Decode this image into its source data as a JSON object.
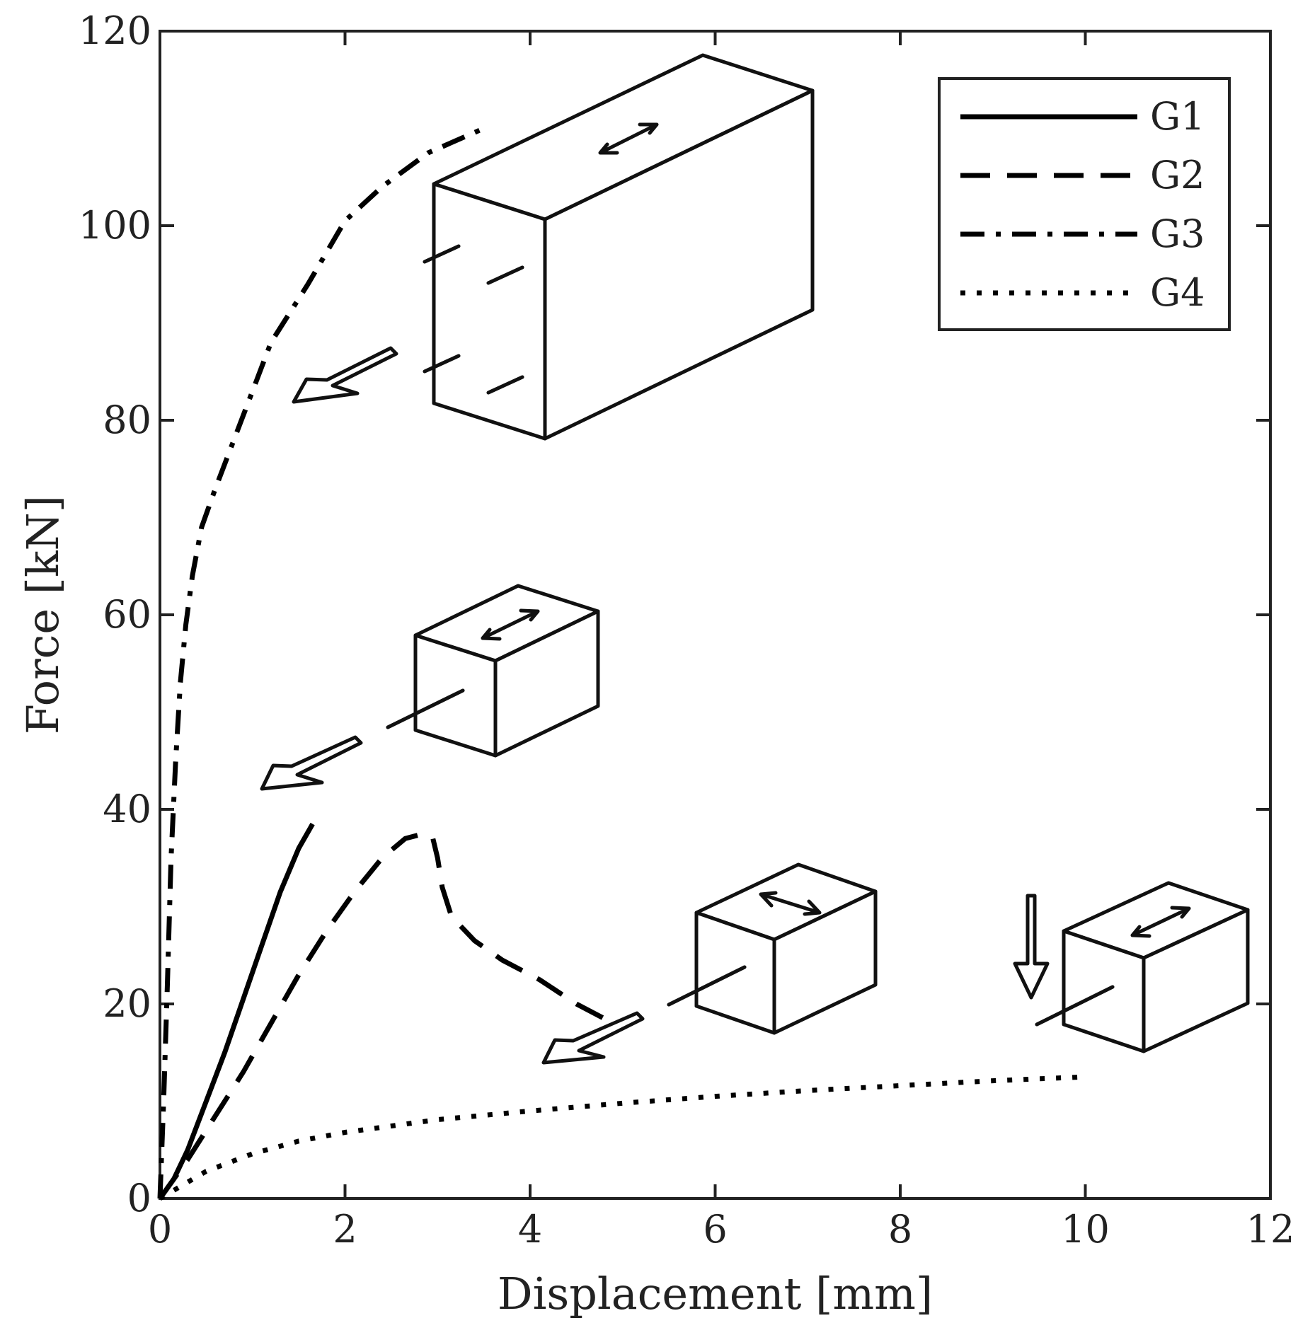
{
  "chart_data": {
    "type": "line",
    "xlabel": "Displacement [mm]",
    "ylabel": "Force [kN]",
    "xlim": [
      0,
      12
    ],
    "ylim": [
      0,
      120
    ],
    "xticks": [
      0,
      2,
      4,
      6,
      8,
      10,
      12
    ],
    "yticks": [
      0,
      20,
      40,
      60,
      80,
      100,
      120
    ],
    "grid": false,
    "legend_position": "top-right",
    "series": [
      {
        "name": "G1",
        "style": "solid",
        "x": [
          0,
          0.15,
          0.3,
          0.5,
          0.7,
          0.9,
          1.1,
          1.3,
          1.5,
          1.65
        ],
        "y": [
          0,
          2,
          5,
          10,
          15,
          20.5,
          26,
          31.5,
          36,
          38.5
        ]
      },
      {
        "name": "G2",
        "style": "dashed",
        "x": [
          0,
          0.3,
          0.6,
          0.9,
          1.2,
          1.5,
          1.8,
          2.1,
          2.4,
          2.65,
          2.85,
          2.95,
          3.0,
          3.05,
          3.15,
          3.4,
          3.7,
          4.1,
          4.5,
          4.8
        ],
        "y": [
          0,
          4,
          8.5,
          13,
          18,
          23,
          27.5,
          31.5,
          35,
          37,
          37.5,
          37,
          35,
          32,
          29,
          26.5,
          24.5,
          22.5,
          20,
          18.5
        ]
      },
      {
        "name": "G3",
        "style": "dashdot",
        "x": [
          0,
          0.04,
          0.08,
          0.12,
          0.17,
          0.22,
          0.28,
          0.35,
          0.45,
          0.6,
          0.8,
          1.0,
          1.2,
          1.6,
          2.0,
          2.4,
          2.9,
          3.5
        ],
        "y": [
          0,
          10,
          22,
          35,
          45,
          53,
          59,
          64,
          69,
          73,
          78,
          83,
          88,
          94,
          100.5,
          104,
          107.5,
          110
        ]
      },
      {
        "name": "G4",
        "style": "dotted",
        "x": [
          0,
          0.5,
          1,
          1.5,
          2,
          3,
          4,
          5,
          6,
          7,
          8,
          9,
          10
        ],
        "y": [
          0,
          2.8,
          4.6,
          5.9,
          6.8,
          8.1,
          9.0,
          9.8,
          10.5,
          11.1,
          11.6,
          12.1,
          12.5
        ]
      }
    ]
  }
}
